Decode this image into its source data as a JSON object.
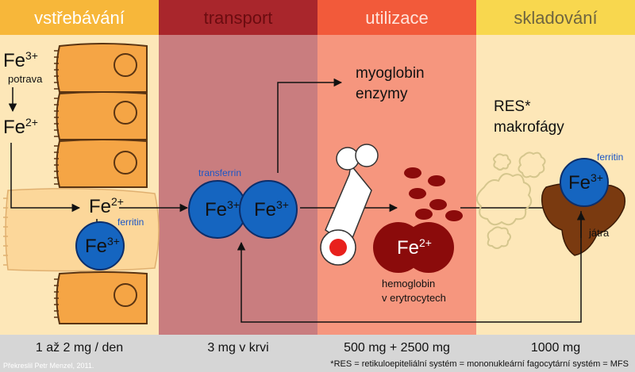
{
  "colors": {
    "absorption_bg": "#fde7b8",
    "absorption_header": "#f7b73a",
    "transport_bg": "#c97d7f",
    "transport_header": "#a9262c",
    "utilization_bg": "#f6967e",
    "utilization_header": "#f25a3a",
    "storage_bg": "#fde7b8",
    "storage_header": "#f8d74e",
    "bottom_band": "#d6d6d6",
    "cell_orange": "#f5a545",
    "iron_blue": "#1565c0",
    "hemoglobin": "#8b0b0b",
    "liver": "#7a3a10"
  },
  "columns": {
    "absorption": "vstřebávání",
    "transport": "transport",
    "utilization": "utilizace",
    "storage": "skladování"
  },
  "labels": {
    "fe": "Fe",
    "ox3": "3+",
    "ox2": "2+",
    "potrava": "potrava",
    "ferritin": "ferritin",
    "transferrin": "transferrin",
    "myoglobin": "myoglobin",
    "enzymy": "enzymy",
    "res": "RES*",
    "makrofagy": "makrofágy",
    "hemoglobin": "hemoglobin",
    "erytrocyty": "v erytrocytech",
    "jatra": "játra"
  },
  "amounts": {
    "absorption": "1 až 2 mg / den",
    "transport": "3 mg v krvi",
    "utilization": "500 mg + 2500 mg",
    "storage": "1000 mg"
  },
  "footnote": "*RES = retikuloepiteliální systém = mononukleární fagocytární systém = MFS",
  "credit": "Překreslil Petr Menzel, 2011."
}
